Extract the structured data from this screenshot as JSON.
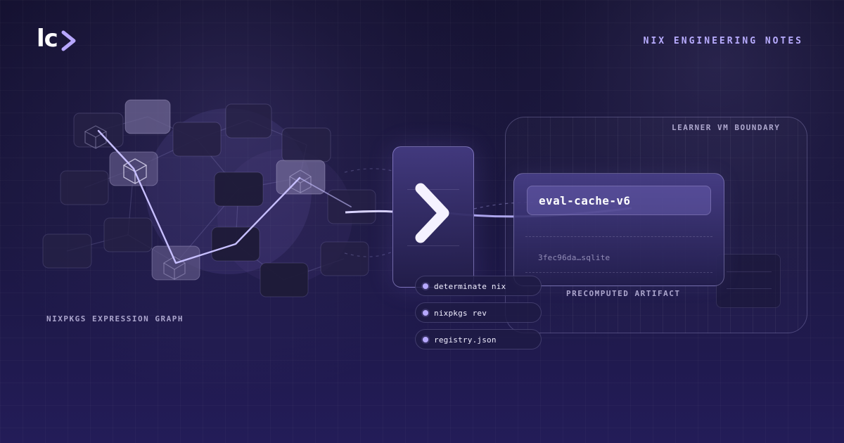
{
  "brand": {
    "logo_text": "lc",
    "logo_icon": "chevron-right-icon",
    "accent": "#b7a7ff"
  },
  "header": {
    "title": "NIX ENGINEERING NOTES"
  },
  "diagram": {
    "graph_label": "NIXPKGS EXPRESSION GRAPH",
    "vm_label": "LEARNER VM BOUNDARY",
    "artifact_label": "PRECOMPUTED ARTIFACT",
    "prompt_icon": "terminal-prompt-icon",
    "cache_name": "eval-cache-v6",
    "artifact_file": "3fec96da…sqlite",
    "inputs": [
      {
        "label": "determinate nix"
      },
      {
        "label": "nixpkgs rev"
      },
      {
        "label": "registry.json"
      }
    ],
    "colors": {
      "background": "#151131",
      "node_fill": "#262145",
      "highlight": "#6f6694",
      "line": "#bfb6ff"
    }
  }
}
